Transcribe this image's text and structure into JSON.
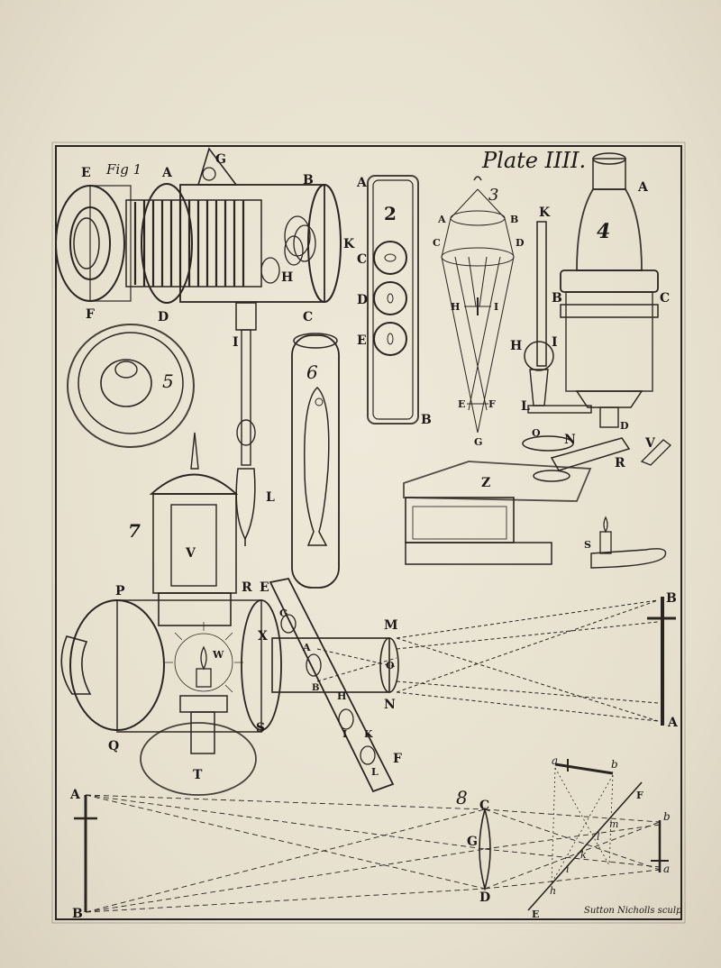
{
  "plate": {
    "title": "Plate IIII.",
    "engraver": "Sutton Nicholls sculp"
  },
  "figures": {
    "fig1": {
      "label": "Fig 1",
      "letters": [
        "E",
        "A",
        "G",
        "B",
        "K",
        "H",
        "F",
        "D",
        "C",
        "I",
        "L"
      ]
    },
    "fig2": {
      "number": "2",
      "letters": [
        "A",
        "C",
        "D",
        "E",
        "B"
      ]
    },
    "fig3": {
      "number": "3",
      "letters": [
        "A",
        "B",
        "C",
        "D",
        "H",
        "I",
        "E",
        "F",
        "G"
      ]
    },
    "fig4": {
      "number": "4",
      "letters": [
        "A",
        "K",
        "B",
        "C",
        "H",
        "I",
        "L",
        "O",
        "N",
        "D",
        "V",
        "R",
        "S",
        "Z"
      ]
    },
    "fig5": {
      "number": "5"
    },
    "fig6": {
      "number": "6"
    },
    "fig7": {
      "number": "7",
      "letters": [
        "V",
        "P",
        "R",
        "E",
        "X",
        "G",
        "A",
        "M",
        "O",
        "W",
        "S",
        "N",
        "Q",
        "T",
        "B",
        "H",
        "I",
        "K",
        "L",
        "F"
      ]
    },
    "fig8": {
      "number": "8",
      "letters": [
        "A",
        "B",
        "C",
        "G",
        "D",
        "a",
        "b",
        "F",
        "m",
        "l",
        "k",
        "i",
        "h",
        "E",
        "b",
        "a"
      ]
    },
    "screen_letters": [
      "B",
      "A"
    ]
  }
}
